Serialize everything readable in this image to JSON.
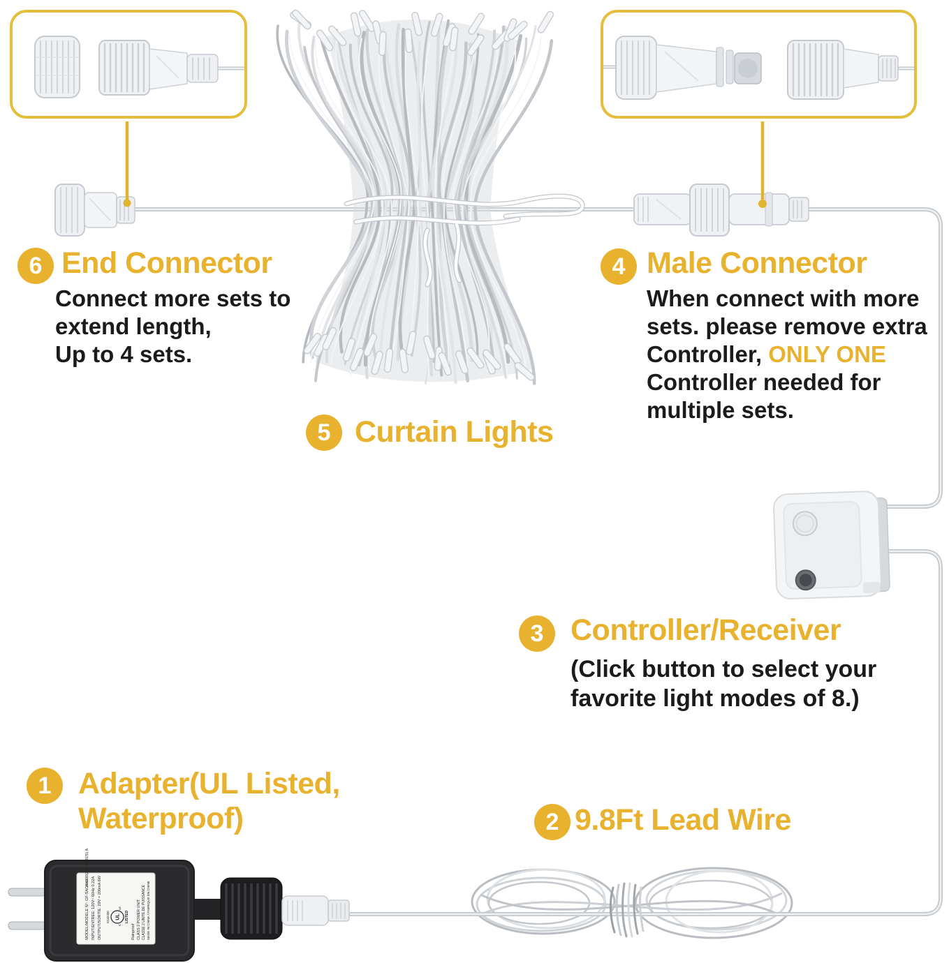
{
  "colors": {
    "accent_gold": "#E8B22F",
    "callout_border": "#E4BE3E",
    "pointer_line_gold": "#DFB42E",
    "body_text": "#1B1B1B",
    "wire_gray": "#C3C8CC"
  },
  "items": {
    "adapter": {
      "number": "1",
      "title_line1": "Adapter(UL Listed,",
      "title_line2": "Waterproof)"
    },
    "lead_wire": {
      "number": "2",
      "title": "9.8Ft Lead Wire"
    },
    "controller": {
      "number": "3",
      "title": "Controller/Receiver",
      "body_line1": "(Click button to select your",
      "body_line2": "favorite light modes of 8.)"
    },
    "male_connector": {
      "number": "4",
      "title": "Male Connector",
      "body_line1": "When connect with more",
      "body_line2": "sets. please remove extra",
      "body_line3_prefix": "Controller, ",
      "body_line3_highlight": "ONLY ONE",
      "body_line4": "Controller needed for",
      "body_line5": "multiple sets."
    },
    "curtain_lights": {
      "number": "5",
      "title": "Curtain Lights"
    },
    "end_connector": {
      "number": "6",
      "title": "End Connector",
      "body_line1": "Connect more sets to",
      "body_line2": "extend length,",
      "body_line3": "Up to 4 sets."
    }
  },
  "adapter_label": {
    "model_line": "MODEL/MODELE N°: GF-SAC6X200(29V-P14US) A",
    "input_line": "INPUT/ENTREE: 120V~ 60Hz 0.22A",
    "output_line": "OUTPUT/SORTIE: 29V = 200mA 6W",
    "ul_mark": "UL",
    "c_mark": "c",
    "us_mark": "us",
    "listed": "LISTED",
    "cert": "E342430",
    "code": "19091",
    "rainproof": "Rainproof",
    "class2_en": "CLASS 2 POWER UNIT",
    "class2_fr": "CLASSE 2 UNITE DE PUISSANCE",
    "made_in": "MADE IN CHINA / FABRIQUE EN CHINE"
  }
}
